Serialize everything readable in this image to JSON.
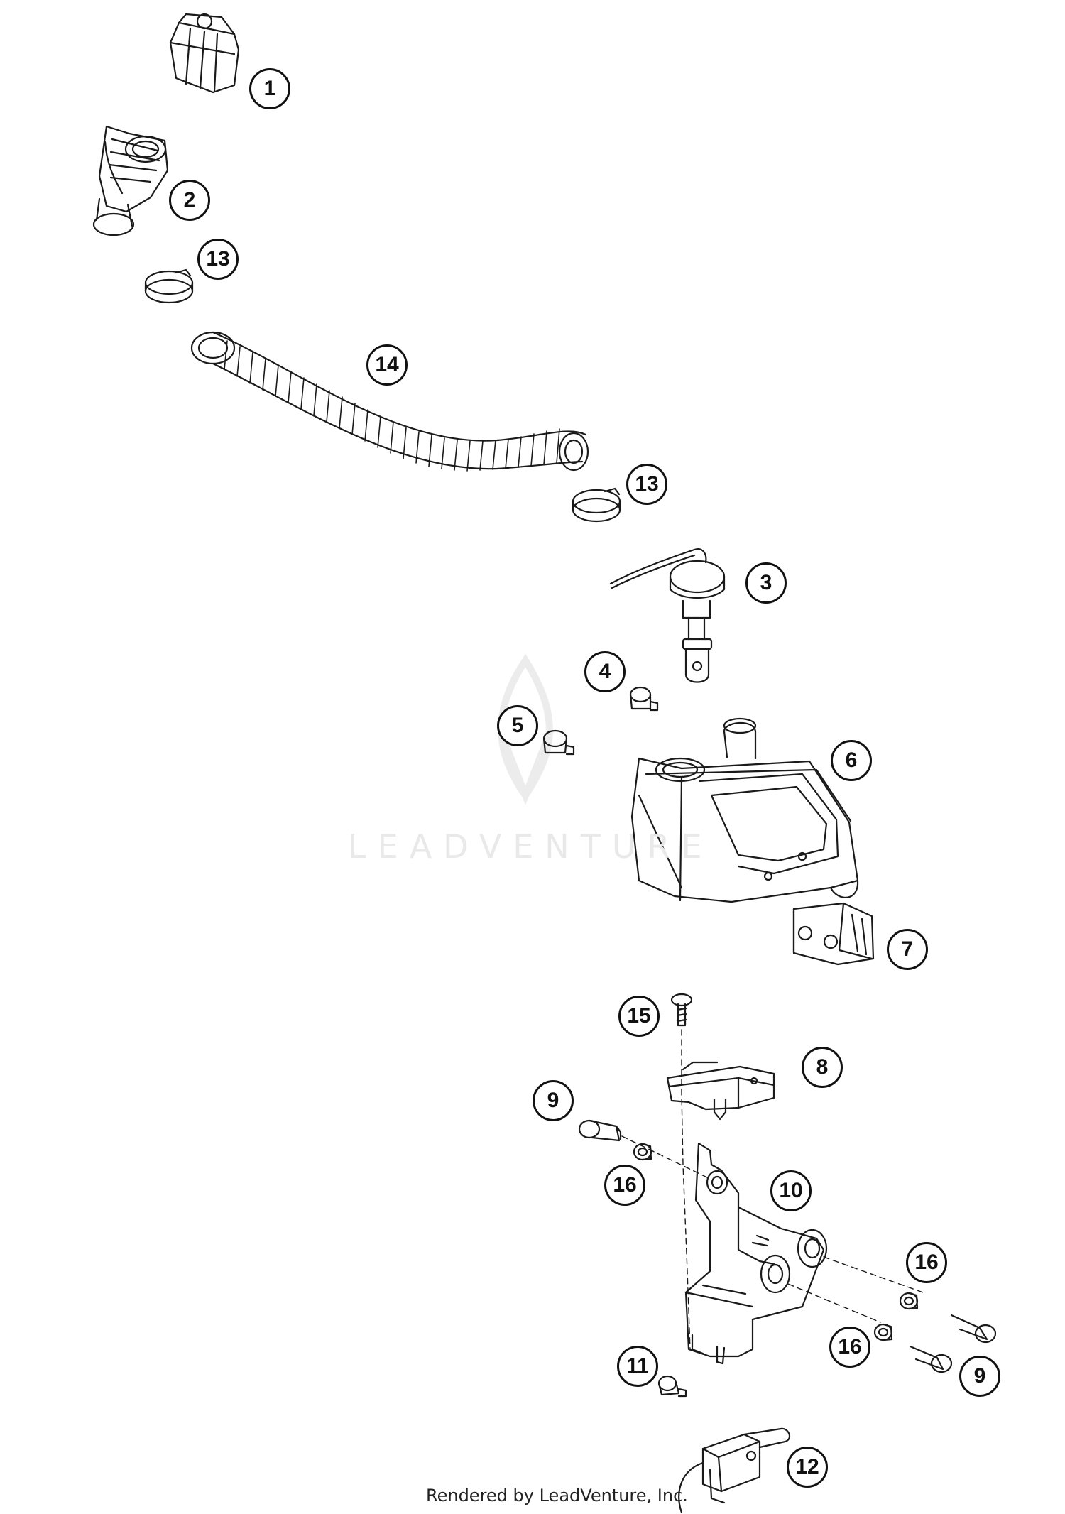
{
  "diagram": {
    "callouts": [
      {
        "id": "c1",
        "label": "1"
      },
      {
        "id": "c2",
        "label": "2"
      },
      {
        "id": "c13a",
        "label": "13"
      },
      {
        "id": "c14",
        "label": "14"
      },
      {
        "id": "c13b",
        "label": "13"
      },
      {
        "id": "c3",
        "label": "3"
      },
      {
        "id": "c4",
        "label": "4"
      },
      {
        "id": "c5",
        "label": "5"
      },
      {
        "id": "c6",
        "label": "6"
      },
      {
        "id": "c7",
        "label": "7"
      },
      {
        "id": "c15",
        "label": "15"
      },
      {
        "id": "c8",
        "label": "8"
      },
      {
        "id": "c9a",
        "label": "9"
      },
      {
        "id": "c16a",
        "label": "16"
      },
      {
        "id": "c10",
        "label": "10"
      },
      {
        "id": "c16b",
        "label": "16"
      },
      {
        "id": "c16c",
        "label": "16"
      },
      {
        "id": "c9b",
        "label": "9"
      },
      {
        "id": "c11",
        "label": "11"
      },
      {
        "id": "c12",
        "label": "12"
      }
    ]
  },
  "watermark": {
    "text": "LEADVENTURE"
  },
  "footer": {
    "text": "Rendered by LeadVenture, Inc."
  }
}
